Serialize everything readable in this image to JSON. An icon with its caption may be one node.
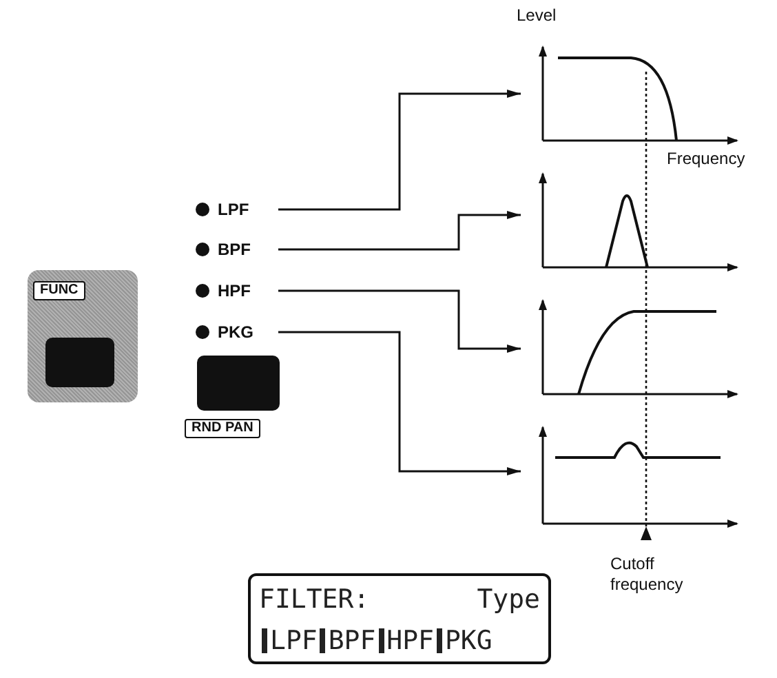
{
  "diagram": {
    "nodes": [
      {
        "text": [
          "LPF"
        ]
      },
      {
        "text": [
          "BPF"
        ]
      },
      {
        "text": [
          "HPF"
        ]
      },
      {
        "text": [
          "PKG"
        ]
      },
      {
        "text": [],
        "shape": "picture"
      },
      {
        "text": [],
        "shape": "picture"
      },
      {
        "text": [],
        "shape": "picture"
      },
      {
        "text": [],
        "shape": "picture"
      },
      {
        "text": [
          "FILTER:",
          "Type",
          "LPF",
          "BPF",
          "HPF",
          "PKG"
        ]
      }
    ],
    "edges": [
      {
        "from": 0,
        "to": 4,
        "arrow": "to"
      },
      {
        "from": 1,
        "to": 5,
        "arrow": "to"
      },
      {
        "from": 2,
        "to": 6,
        "arrow": "to"
      },
      {
        "from": 3,
        "to": 7,
        "arrow": "to"
      }
    ],
    "labels": [
      "Level",
      "Frequency",
      "FUNC",
      "RND PAN",
      "Cutoff frequency"
    ]
  }
}
